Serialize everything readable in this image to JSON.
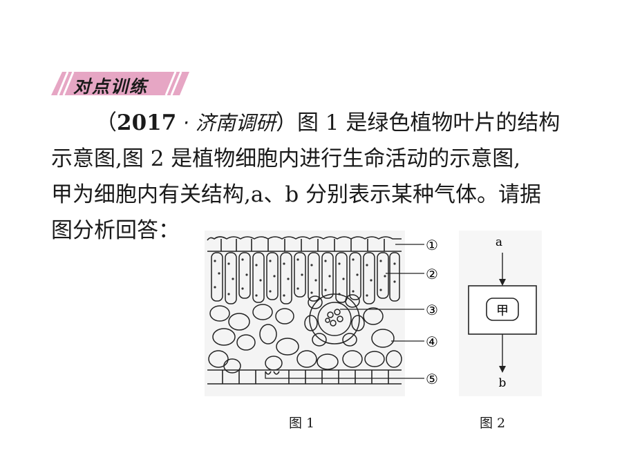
{
  "tag": {
    "label": "对点训练"
  },
  "question": {
    "paren_open": "（",
    "year": "2017",
    "source": " · 济南调研",
    "paren_close": "）",
    "line1": "图 1 是绿色植物叶片的结构",
    "line2": "示意图,图 2 是植物细胞内进行生命活动的示意图,",
    "line3": "甲为细胞内有关结构,a、b 分别表示某种气体。请据",
    "line4": "图分析回答："
  },
  "figure1": {
    "caption": "图 1",
    "labels": [
      "①",
      "②",
      "③",
      "④",
      "⑤"
    ]
  },
  "figure2": {
    "caption": "图 2",
    "top_label": "a",
    "box_label": "甲",
    "bottom_label": "b"
  },
  "colors": {
    "tag_bg": "#e6a6c4",
    "tag_stripe": "#c97aa2",
    "ink": "#1a1a1a"
  }
}
